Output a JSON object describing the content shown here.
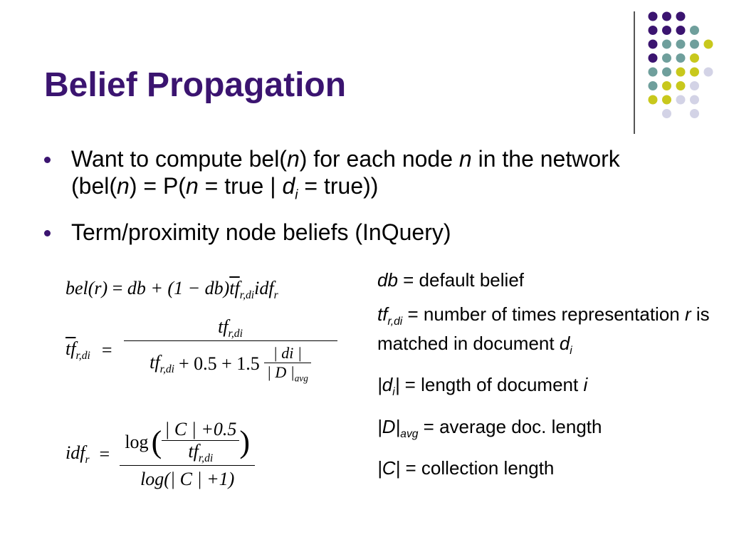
{
  "slide": {
    "title": "Belief Propagation",
    "accent_color": "#3b1470",
    "bullets": [
      {
        "t1": "Want to compute bel(",
        "v1": "n",
        "t2": ") for each node ",
        "v2": "n",
        "t3": " in the network (bel(",
        "v3": "n",
        "t4": ") = P(",
        "v4": "n",
        "t5": " = true | ",
        "v5": "d",
        "s5": "i",
        "t6": " = true))"
      },
      {
        "text": "Term/proximity node beliefs (InQuery)"
      }
    ],
    "formulas": {
      "f1_lhs": "bel(r)",
      "f1_eq": "=",
      "f1_rhs_a": "db + (1 − db)",
      "f1_tf": "tf",
      "f1_tf_sub": "r,di",
      "f1_idf": "idf",
      "f1_idf_sub": "r",
      "f2_lhs": "tf",
      "f2_lhs_sub": "r,di",
      "f2_eq": "=",
      "f2_num": "tf",
      "f2_num_sub": "r,di",
      "f2_den_a": "tf",
      "f2_den_a_sub": "r,di",
      "f2_den_b": "+ 0.5 + 1.5",
      "f2_inner_num": "| di |",
      "f2_inner_den": "| D |",
      "f2_inner_den_sub": "avg",
      "f3_lhs": "idf",
      "f3_lhs_sub": "r",
      "f3_eq": "=",
      "f3_log": "log",
      "f3_inner_num": "| C | +0.5",
      "f3_inner_den": "tf",
      "f3_inner_den_sub": "r,di",
      "f3_den": "log(| C | +1)"
    },
    "definitions": [
      {
        "term": "db",
        "text": " = default belief"
      },
      {
        "term": "tf",
        "sub": "r,di",
        "text": " = number of times representation ",
        "var": "r",
        "text2": " is matched in document ",
        "var2": "d",
        "sub2": "i"
      },
      {
        "term": "|d",
        "sub": "i",
        "term2": "|",
        "text": " = length of document ",
        "var": "i"
      },
      {
        "term": "|D|",
        "sub": "avg",
        "text": " = average doc. length"
      },
      {
        "term": "|C|",
        "text": " = collection length"
      }
    ],
    "dot_colors": {
      "purple": "#3b1470",
      "teal": "#6f9f9c",
      "yellow": "#c8c81c",
      "lavender": "#d3d3e6"
    }
  }
}
